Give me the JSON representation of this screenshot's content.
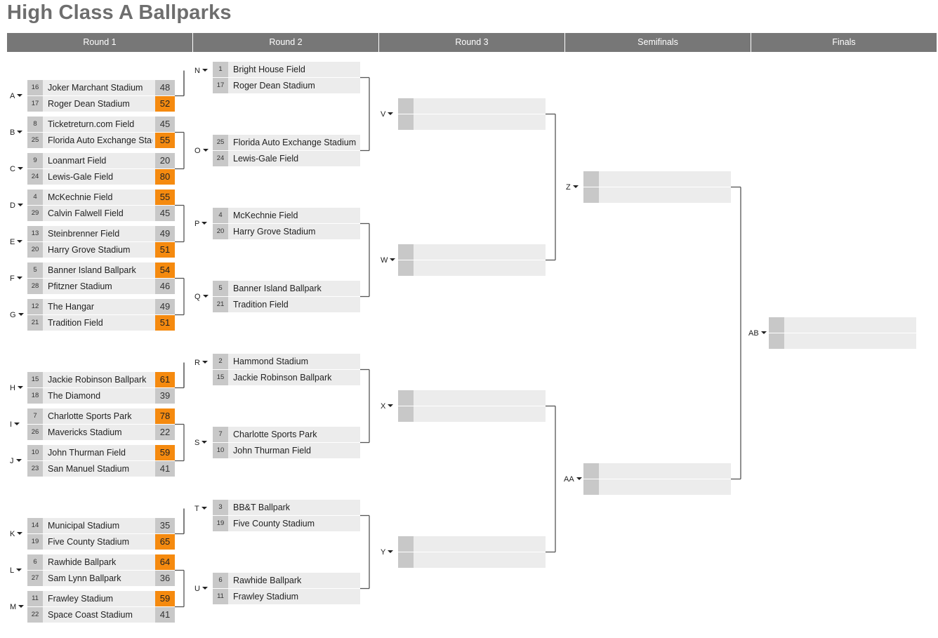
{
  "title": "High Class A Ballparks",
  "rounds": [
    "Round 1",
    "Round 2",
    "Round 3",
    "Semifinals",
    "Finals"
  ],
  "round1": [
    {
      "label": "A",
      "teams": [
        {
          "seed": "16",
          "name": "Joker Marchant Stadium",
          "score": "48",
          "win": false
        },
        {
          "seed": "17",
          "name": "Roger Dean Stadium",
          "score": "52",
          "win": true
        }
      ]
    },
    {
      "label": "B",
      "teams": [
        {
          "seed": "8",
          "name": "Ticketreturn.com Field",
          "score": "45",
          "win": false
        },
        {
          "seed": "25",
          "name": "Florida Auto Exchange Stadium",
          "score": "55",
          "win": true
        }
      ]
    },
    {
      "label": "C",
      "teams": [
        {
          "seed": "9",
          "name": "Loanmart Field",
          "score": "20",
          "win": false
        },
        {
          "seed": "24",
          "name": "Lewis-Gale Field",
          "score": "80",
          "win": true
        }
      ]
    },
    {
      "label": "D",
      "teams": [
        {
          "seed": "4",
          "name": "McKechnie Field",
          "score": "55",
          "win": true
        },
        {
          "seed": "29",
          "name": "Calvin Falwell Field",
          "score": "45",
          "win": false
        }
      ]
    },
    {
      "label": "E",
      "teams": [
        {
          "seed": "13",
          "name": "Steinbrenner Field",
          "score": "49",
          "win": false
        },
        {
          "seed": "20",
          "name": "Harry Grove Stadium",
          "score": "51",
          "win": true
        }
      ]
    },
    {
      "label": "F",
      "teams": [
        {
          "seed": "5",
          "name": "Banner Island Ballpark",
          "score": "54",
          "win": true
        },
        {
          "seed": "28",
          "name": "Pfitzner Stadium",
          "score": "46",
          "win": false
        }
      ]
    },
    {
      "label": "G",
      "teams": [
        {
          "seed": "12",
          "name": "The Hangar",
          "score": "49",
          "win": false
        },
        {
          "seed": "21",
          "name": "Tradition Field",
          "score": "51",
          "win": true
        }
      ]
    },
    {
      "label": "H",
      "teams": [
        {
          "seed": "15",
          "name": "Jackie Robinson Ballpark",
          "score": "61",
          "win": true
        },
        {
          "seed": "18",
          "name": "The Diamond",
          "score": "39",
          "win": false
        }
      ]
    },
    {
      "label": "I",
      "teams": [
        {
          "seed": "7",
          "name": "Charlotte Sports Park",
          "score": "78",
          "win": true
        },
        {
          "seed": "26",
          "name": "Mavericks Stadium",
          "score": "22",
          "win": false
        }
      ]
    },
    {
      "label": "J",
      "teams": [
        {
          "seed": "10",
          "name": "John Thurman Field",
          "score": "59",
          "win": true
        },
        {
          "seed": "23",
          "name": "San Manuel Stadium",
          "score": "41",
          "win": false
        }
      ]
    },
    {
      "label": "K",
      "teams": [
        {
          "seed": "14",
          "name": "Municipal Stadium",
          "score": "35",
          "win": false
        },
        {
          "seed": "19",
          "name": "Five County Stadium",
          "score": "65",
          "win": true
        }
      ]
    },
    {
      "label": "L",
      "teams": [
        {
          "seed": "6",
          "name": "Rawhide Ballpark",
          "score": "64",
          "win": true
        },
        {
          "seed": "27",
          "name": "Sam Lynn Ballpark",
          "score": "36",
          "win": false
        }
      ]
    },
    {
      "label": "M",
      "teams": [
        {
          "seed": "11",
          "name": "Frawley Stadium",
          "score": "59",
          "win": true
        },
        {
          "seed": "22",
          "name": "Space Coast Stadium",
          "score": "41",
          "win": false
        }
      ]
    }
  ],
  "round2": [
    {
      "label": "N",
      "teams": [
        {
          "seed": "1",
          "name": "Bright House Field"
        },
        {
          "seed": "17",
          "name": "Roger Dean Stadium"
        }
      ]
    },
    {
      "label": "O",
      "teams": [
        {
          "seed": "25",
          "name": "Florida Auto Exchange Stadium"
        },
        {
          "seed": "24",
          "name": "Lewis-Gale Field"
        }
      ]
    },
    {
      "label": "P",
      "teams": [
        {
          "seed": "4",
          "name": "McKechnie Field"
        },
        {
          "seed": "20",
          "name": "Harry Grove Stadium"
        }
      ]
    },
    {
      "label": "Q",
      "teams": [
        {
          "seed": "5",
          "name": "Banner Island Ballpark"
        },
        {
          "seed": "21",
          "name": "Tradition Field"
        }
      ]
    },
    {
      "label": "R",
      "teams": [
        {
          "seed": "2",
          "name": "Hammond Stadium"
        },
        {
          "seed": "15",
          "name": "Jackie Robinson Ballpark"
        }
      ]
    },
    {
      "label": "S",
      "teams": [
        {
          "seed": "7",
          "name": "Charlotte Sports Park"
        },
        {
          "seed": "10",
          "name": "John Thurman Field"
        }
      ]
    },
    {
      "label": "T",
      "teams": [
        {
          "seed": "3",
          "name": "BB&T Ballpark"
        },
        {
          "seed": "19",
          "name": "Five County Stadium"
        }
      ]
    },
    {
      "label": "U",
      "teams": [
        {
          "seed": "6",
          "name": "Rawhide Ballpark"
        },
        {
          "seed": "11",
          "name": "Frawley Stadium"
        }
      ]
    }
  ],
  "round3": [
    {
      "label": "V"
    },
    {
      "label": "W"
    },
    {
      "label": "X"
    },
    {
      "label": "Y"
    }
  ],
  "semifinals": [
    {
      "label": "Z"
    },
    {
      "label": "AA"
    }
  ],
  "finals": [
    {
      "label": "AB"
    }
  ],
  "colors": {
    "header_bg": "#777777",
    "seed_bg": "#c8c8c8",
    "row_bg": "#ececec",
    "winner": "#f58a0f",
    "title": "#6e6e6e"
  }
}
